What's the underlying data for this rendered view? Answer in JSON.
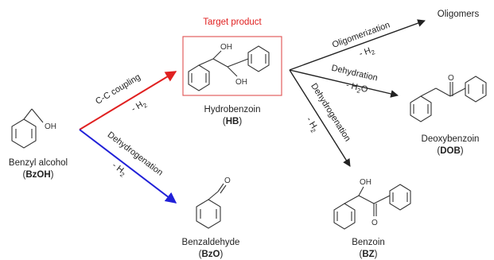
{
  "target_label": "Target product",
  "colors": {
    "c_c_coupling": "#e02020",
    "dehydrogenation": "#2020d8",
    "target_box": "#e05050",
    "black": "#222222"
  },
  "compounds": {
    "bzoh": {
      "name": "Benzyl alcohol",
      "abbr": "BzOH",
      "atoms": {
        "oh": "OH"
      }
    },
    "hb": {
      "name": "Hydrobenzoin",
      "abbr": "HB",
      "atoms": {
        "oh_top": "OH",
        "oh_bottom": "OH"
      }
    },
    "bzo": {
      "name": "Benzaldehyde",
      "abbr": "BzO",
      "atoms": {
        "o": "O"
      }
    },
    "olig": {
      "name": "Oligomers"
    },
    "dob": {
      "name": "Deoxybenzoin",
      "abbr": "DOB",
      "atoms": {
        "o": "O"
      }
    },
    "bz": {
      "name": "Benzoin",
      "abbr": "BZ",
      "atoms": {
        "oh": "OH",
        "o": "O"
      }
    }
  },
  "reactions": {
    "cc": {
      "label": "C-C coupling",
      "loss": "- H",
      "sub": "2"
    },
    "dehydro1": {
      "label": "Dehydrogenation",
      "loss": "- H",
      "sub": "2"
    },
    "olig": {
      "label": "Oligomerization",
      "loss": "- H",
      "sub": "2"
    },
    "dehydration": {
      "label": "Dehydration",
      "loss": "- H",
      "sub": "2",
      "suffix": "O"
    },
    "dehydro2": {
      "label": "Dehydrogenation",
      "loss": "- H",
      "sub": "2"
    }
  },
  "paren_open": "(",
  "paren_close": ")"
}
